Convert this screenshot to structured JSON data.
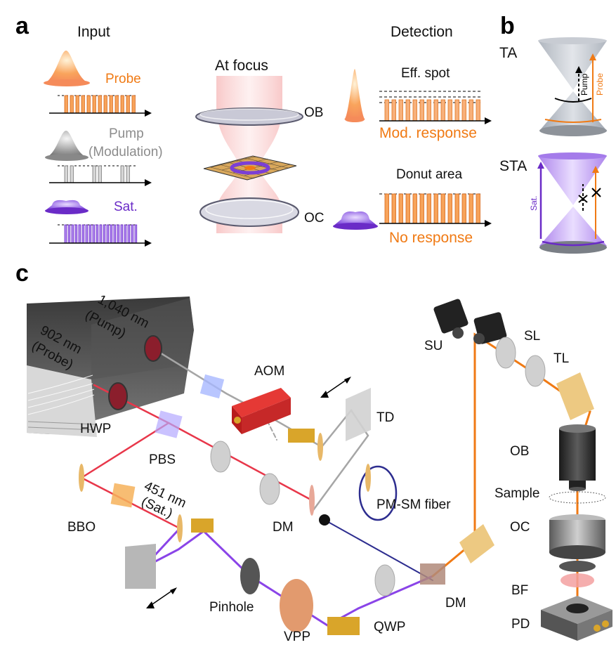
{
  "panels": {
    "a": "a",
    "b": "b",
    "c": "c"
  },
  "panel_a": {
    "input_title": "Input",
    "focus_title": "At focus",
    "detection_title": "Detection",
    "probe_label": "Probe",
    "pump_label": "Pump",
    "pump_sub_label": "(Modulation)",
    "sat_label": "Sat.",
    "ob_label": "OB",
    "oc_label": "OC",
    "eff_spot_label": "Eff. spot",
    "mod_response_label": "Mod. response",
    "donut_area_label": "Donut area",
    "no_response_label": "No response"
  },
  "panel_b": {
    "ta_label": "TA",
    "sta_label": "STA",
    "pump_arrow_label": "Pump",
    "probe_arrow_label": "Probe",
    "sat_arrow_label": "Sat."
  },
  "panel_c": {
    "pump_source": "1,040 nm",
    "pump_source_sub": "(Pump)",
    "probe_source": "902 nm",
    "probe_source_sub": "(Probe)",
    "sat_source": "451 nm",
    "sat_source_sub": "(Sat.)",
    "hwp": "HWP",
    "pbs": "PBS",
    "aom": "AOM",
    "td": "TD",
    "bbo": "BBO",
    "dm_left": "DM",
    "dm_right": "DM",
    "pm_sm_fiber": "PM-SM fiber",
    "pinhole": "Pinhole",
    "vpp": "VPP",
    "qwp": "QWP",
    "su": "SU",
    "sl": "SL",
    "tl": "TL",
    "ob": "OB",
    "sample": "Sample",
    "oc": "OC",
    "bf": "BF",
    "pd": "PD"
  },
  "colors": {
    "probe": "#f07a14",
    "pump": "#8c8c8c",
    "sat": "#6a2bc7",
    "red_beam": "#e8374a",
    "orange_beam": "#f07a14",
    "gold": "#d9a52a"
  }
}
